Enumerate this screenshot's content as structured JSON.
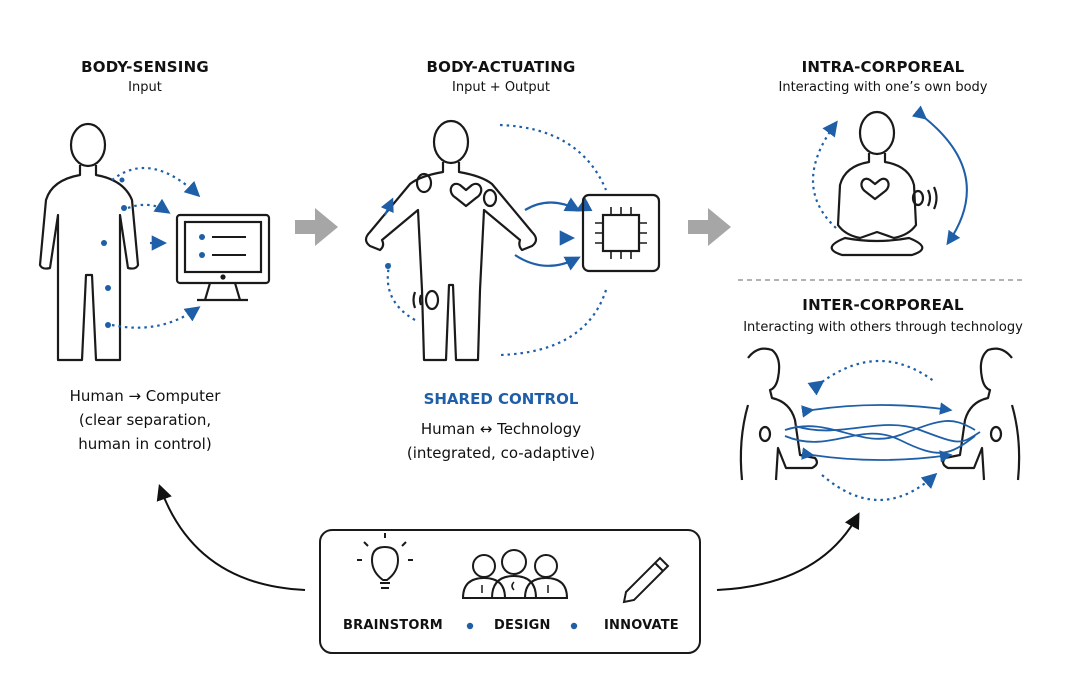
{
  "sensing": {
    "title": "BODY-SENSING",
    "subtitle": "Input",
    "desc": [
      "Human → Computer",
      "(clear separation,",
      "human in control)"
    ]
  },
  "actuating": {
    "title": "BODY-ACTUATING",
    "subtitle": "Input + Output",
    "shared": "SHARED CONTROL",
    "desc": [
      "Human ↔ Technology",
      "(integrated, co-adaptive)"
    ]
  },
  "intra": {
    "title": "INTRA-CORPOREAL",
    "subtitle": "Interacting with one’s own body"
  },
  "inter": {
    "title": "INTER-CORPOREAL",
    "subtitle": "Interacting with others through technology"
  },
  "process": {
    "steps": [
      "BRAINSTORM",
      "DESIGN",
      "INNOVATE"
    ]
  },
  "colors": {
    "accent": "#1e5fa8",
    "arrow_grey": "#a6a6a6",
    "line": "#1a1a1a"
  }
}
